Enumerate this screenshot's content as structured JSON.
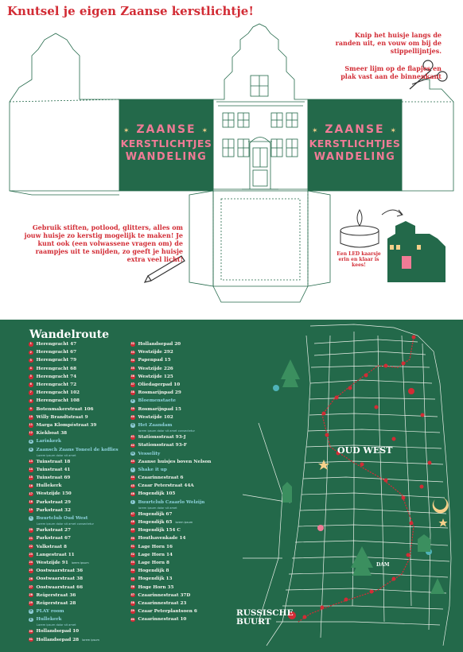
{
  "title": "Knutsel je eigen Zaanse kerstlichtje!",
  "instructions": {
    "cut": "Knip het huisje langs de randen uit, en vouw om bij de stippellijntjes.",
    "glue": "Smeer lijm op de flapjes en plak vast aan de binnenkant",
    "decorate": "Gebruik stiften, potlood, glitters, alles om jouw huisje zo kerstig mogelijk te maken! Je kunt ook (een volwassene vragen om) de raampjes uit te snijden, zo geeft je huisje extra veel licht!",
    "led": "Een LED kaarsje erin en klaar is kees!"
  },
  "wordmark": {
    "line1": "ZAANSE",
    "line2": "KERSTLICHTJES",
    "line3": "WANDELING"
  },
  "route": {
    "title": "Wandelroute",
    "col1": [
      {
        "n": "1",
        "t": "Herengracht 47"
      },
      {
        "n": "2",
        "t": "Herengracht 67"
      },
      {
        "n": "3",
        "t": "Herengracht 79"
      },
      {
        "n": "4",
        "t": "Herengracht 68"
      },
      {
        "n": "5",
        "t": "Herengracht 74"
      },
      {
        "n": "6",
        "t": "Herengracht 72"
      },
      {
        "n": "7",
        "t": "Herengracht 102"
      },
      {
        "n": "8",
        "t": "Herengracht 108"
      },
      {
        "n": "9",
        "t": "Botenmakerstraat 106"
      },
      {
        "n": "10",
        "t": "Willy Brandtstraat 9"
      },
      {
        "n": "11",
        "t": "Marga Klompéstraat 39"
      },
      {
        "n": "12",
        "t": "Kiekboat 38"
      },
      {
        "n": "A",
        "t": "Larinkerk",
        "poi": true
      },
      {
        "n": "B",
        "t": "Zaansch Zaans Toneel de koffies",
        "poi": true,
        "sub": "Lorem ipsum dolor sit amet"
      },
      {
        "n": "13",
        "t": "Tuinstraat 18"
      },
      {
        "n": "14",
        "t": "Tuinstraat 41"
      },
      {
        "n": "15",
        "t": "Tuinstraat 69"
      },
      {
        "n": "16",
        "t": "Hullekerk"
      },
      {
        "n": "17",
        "t": "Westzijde 150"
      },
      {
        "n": "18",
        "t": "Parkstraat 29"
      },
      {
        "n": "19",
        "t": "Parkstraat 32"
      },
      {
        "n": "C",
        "t": "Buurtclub Oud West",
        "poi": true,
        "sub": "Lorem ipsum dolor sit amet consectetur"
      },
      {
        "n": "20",
        "t": "Parkstraat 27"
      },
      {
        "n": "21",
        "t": "Parkstraat 67"
      },
      {
        "n": "22",
        "t": "Valkstraat 8"
      },
      {
        "n": "23",
        "t": "Langestraat 11"
      },
      {
        "n": "24",
        "t": "Westzijde 91",
        "note": "lorem ipsum"
      },
      {
        "n": "25",
        "t": "Oostwaarstraat 36"
      },
      {
        "n": "26",
        "t": "Oostwaarstraat 38"
      },
      {
        "n": "27",
        "t": "Oostwaarstraat 66"
      },
      {
        "n": "28",
        "t": "Reigerstraat 36"
      },
      {
        "n": "29",
        "t": "Reigerstraat 28"
      },
      {
        "n": "D",
        "t": "PLAY room",
        "poi": true
      },
      {
        "n": "E",
        "t": "Hullekerk",
        "poi": true,
        "sub": "Lorem ipsum dolor sit amet"
      },
      {
        "n": "30",
        "t": "Hollandsepad 10"
      },
      {
        "n": "31",
        "t": "Hollandsepad 28",
        "note": "lorem ipsum"
      }
    ],
    "col2": [
      {
        "n": "32",
        "t": "Hollandsepad 20"
      },
      {
        "n": "33",
        "t": "Westzijde 292"
      },
      {
        "n": "34",
        "t": "Papenpad 15"
      },
      {
        "n": "35",
        "t": "Westzijde 226"
      },
      {
        "n": "36",
        "t": "Westzijde 125"
      },
      {
        "n": "37",
        "t": "Oliedagerpad 10"
      },
      {
        "n": "38",
        "t": "Rosmarijnpad 29"
      },
      {
        "n": "F",
        "t": "Bloemenstaete",
        "poi": true
      },
      {
        "n": "39",
        "t": "Rosmarijnpad 15"
      },
      {
        "n": "40",
        "t": "Westzijde 102"
      },
      {
        "n": "G",
        "t": "Het Zaandam",
        "poi": true,
        "sub": "lorem ipsum dolor sit amet consectetur"
      },
      {
        "n": "41",
        "t": "Stationsstraat 93-J"
      },
      {
        "n": "42",
        "t": "Stationsstraat 93-F"
      },
      {
        "n": "H",
        "t": "Vesselity",
        "poi": true
      },
      {
        "n": "43",
        "t": "Zaanse huisjes boven Nelson"
      },
      {
        "n": "I",
        "t": "Shake it up",
        "poi": true
      },
      {
        "n": "44",
        "t": "Czaarinnestraat 6"
      },
      {
        "n": "45",
        "t": "Czaar Peterstraat 44A"
      },
      {
        "n": "46",
        "t": "Hogendijk 105"
      },
      {
        "n": "J",
        "t": "Buurtclub Czaarlo Welzijn",
        "poi": true,
        "sub": "lorem ipsum dolor sit amet"
      },
      {
        "n": "47",
        "t": "Hogendijk 67"
      },
      {
        "n": "48",
        "t": "Hogendijk 65",
        "note": "lorem ipsum"
      },
      {
        "n": "49",
        "t": "Hogendijk 154 C"
      },
      {
        "n": "50",
        "t": "Houthavenkade 14"
      },
      {
        "n": "51",
        "t": "Lage Horn 16"
      },
      {
        "n": "52",
        "t": "Lage Horn 14"
      },
      {
        "n": "53",
        "t": "Lage Horn 8"
      },
      {
        "n": "54",
        "t": "Hogendijk 8"
      },
      {
        "n": "55",
        "t": "Hogendijk 13"
      },
      {
        "n": "56",
        "t": "Hoge Horn 35"
      },
      {
        "n": "57",
        "t": "Czaarinnestraat 37D"
      },
      {
        "n": "58",
        "t": "Czaarinnestraat 23"
      },
      {
        "n": "59",
        "t": "Czaar Peterplantsoen 6"
      },
      {
        "n": "60",
        "t": "Czaarinnestraat 10"
      }
    ]
  },
  "map": {
    "oudwest": "OUD WEST",
    "russische1": "RUSSISCHE",
    "russische2": "BUURT",
    "dam": "DAM"
  },
  "colors": {
    "green": "#23694a",
    "red": "#d22c35",
    "pink": "#f07b96",
    "cyan": "#8cc9d4"
  }
}
